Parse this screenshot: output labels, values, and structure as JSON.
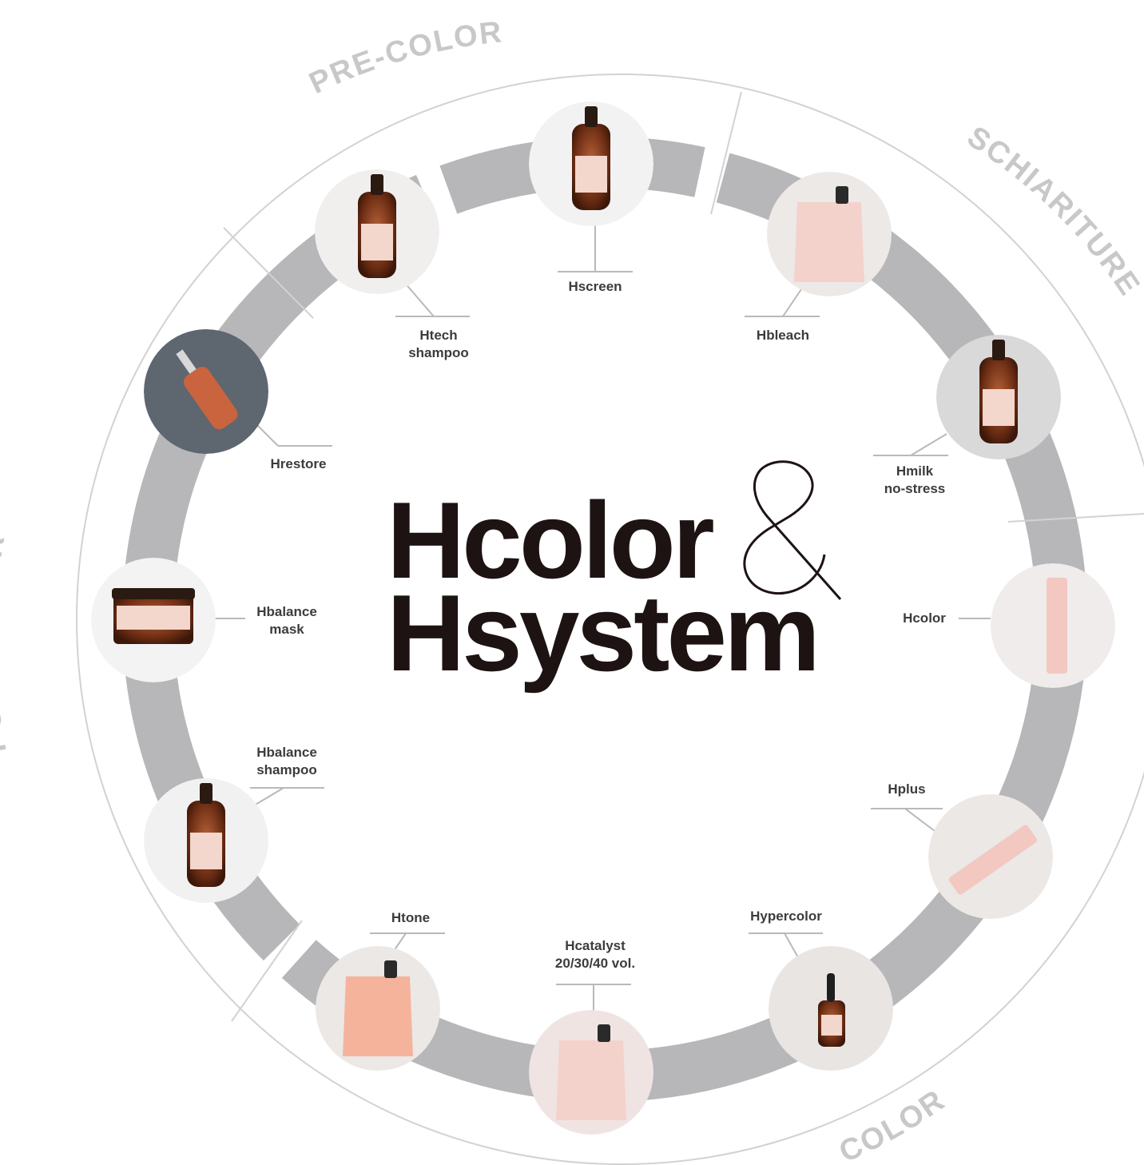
{
  "title": {
    "line1": "Hcolor",
    "line2": "Hsystem",
    "ampersand": "&"
  },
  "colors": {
    "ring": "#b7b7b9",
    "outer_ring": "#d2d2d2",
    "arc_label": "#c8c8c8",
    "product_label": "#3c3c3c",
    "title": "#1e1313",
    "leader": "#b9b9b9"
  },
  "phases": [
    {
      "id": "pre-color",
      "label": "PRE-COLOR"
    },
    {
      "id": "schiariture",
      "label": "SCHIARITURE"
    },
    {
      "id": "color",
      "label": "COLOR"
    },
    {
      "id": "post-color",
      "label": "POST-COLOR"
    }
  ],
  "products": [
    {
      "id": "hscreen",
      "label": "Hscreen",
      "phase": "pre-color",
      "photo": "amber-dropper-bottles"
    },
    {
      "id": "htech-shampoo",
      "label": "Htech\nshampoo",
      "phase": "pre-color",
      "photo": "amber-shampoo-bottle"
    },
    {
      "id": "hbleach",
      "label": "Hbleach",
      "phase": "schiariture",
      "photo": "pink-pouch"
    },
    {
      "id": "hmilk",
      "label": "Hmilk\nno-stress",
      "phase": "schiariture",
      "photo": "amber-bottle"
    },
    {
      "id": "hcolor",
      "label": "Hcolor",
      "phase": "color",
      "photo": "pink-tube"
    },
    {
      "id": "hplus",
      "label": "Hplus",
      "phase": "color",
      "photo": "pink-tube"
    },
    {
      "id": "hypercolor",
      "label": "Hypercolor",
      "phase": "color",
      "photo": "dropper-bottle"
    },
    {
      "id": "hcatalyst",
      "label": "Hcatalyst\n20/30/40 vol.",
      "phase": "color",
      "photo": "pink-pouches"
    },
    {
      "id": "htone",
      "label": "Htone",
      "phase": "color",
      "photo": "peach-pouch"
    },
    {
      "id": "hbalance-shampoo",
      "label": "Hbalance\nshampoo",
      "phase": "post-color",
      "photo": "amber-shampoo-bottle"
    },
    {
      "id": "hbalance-mask",
      "label": "Hbalance\nmask",
      "phase": "post-color",
      "photo": "amber-jar"
    },
    {
      "id": "hrestore",
      "label": "Hrestore",
      "phase": "post-color",
      "photo": "spray-bottle"
    }
  ]
}
